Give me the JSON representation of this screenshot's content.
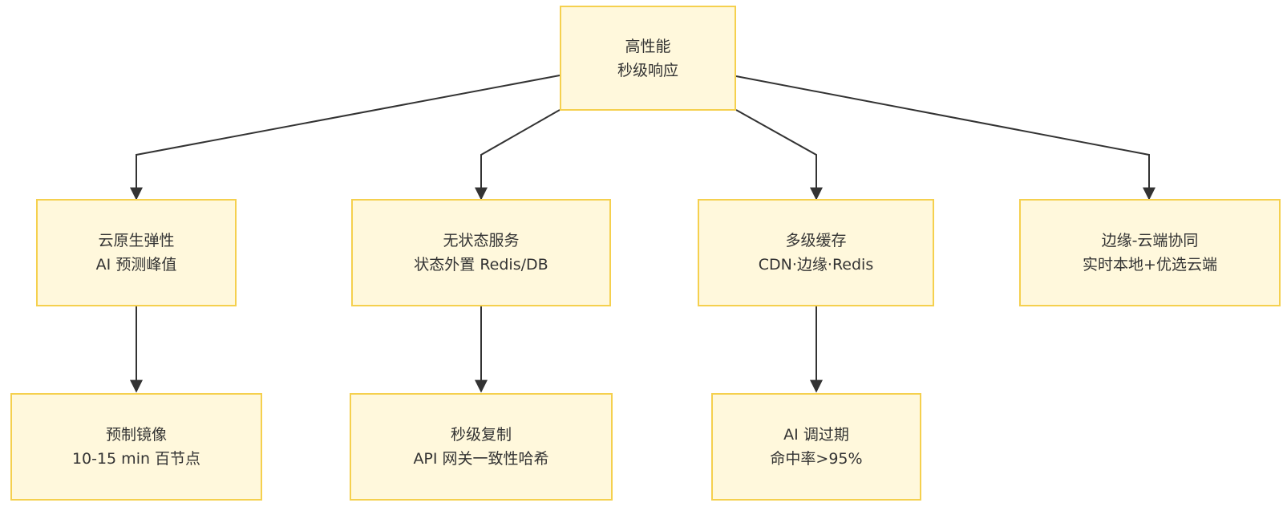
{
  "diagram": {
    "colors": {
      "node_fill": "#fff8dc",
      "node_border": "#f5d04e",
      "edge": "#333333",
      "text": "#333333"
    },
    "nodes": {
      "root": {
        "line1": "高性能",
        "line2": "秒级响应"
      },
      "elastic": {
        "line1": "云原生弹性",
        "line2": "AI 预测峰值"
      },
      "stateless": {
        "line1": "无状态服务",
        "line2": "状态外置 Redis/DB"
      },
      "cache": {
        "line1": "多级缓存",
        "line2": "CDN·边缘·Redis"
      },
      "edge_cloud": {
        "line1": "边缘-云端协同",
        "line2": "实时本地+优选云端"
      },
      "image": {
        "line1": "预制镜像",
        "line2": "10-15 min 百节点"
      },
      "replicate": {
        "line1": "秒级复制",
        "line2": "API 网关一致性哈希"
      },
      "expire": {
        "line1": "AI 调过期",
        "line2": "命中率>95%"
      }
    }
  }
}
